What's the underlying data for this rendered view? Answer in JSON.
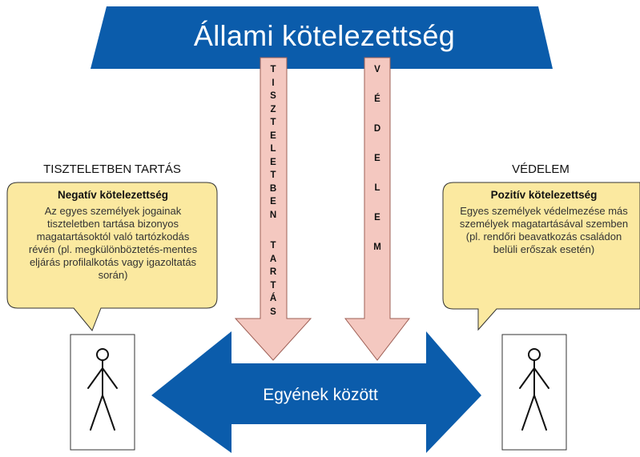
{
  "banner": {
    "title": "Állami kötelezettség"
  },
  "center_arrow": {
    "label": "Egyének között"
  },
  "down_arrow_left": {
    "vertical_text": "TISZTELETBEN TARTÁS"
  },
  "down_arrow_right": {
    "vertical_text": "VÉDELEM"
  },
  "left": {
    "heading": "TISZTELETBEN TARTÁS",
    "bubble_title": "Negatív kötelezettség",
    "bubble_body": "Az egyes személyek jogainak tiszteletben tartása bizonyos magatartásoktól való tartózkodás révén (pl. megkülönböztetés-mentes eljárás profilalkotás vagy igazoltatás során)"
  },
  "right": {
    "heading": "VÉDELEM",
    "bubble_title": "Pozitív kötelezettség",
    "bubble_body": "Egyes személyek védelmezése más személyek magatartásával szemben (pl. rendőri beavatkozás családon belüli erőszak esetén)"
  },
  "colors": {
    "banner_blue": "#0b5cab",
    "arrow_pink": "#f4c8c0",
    "arrow_outline": "#9e5f55",
    "bubble_fill": "#fbe9a0",
    "bubble_border": "#333333"
  },
  "icons": [
    "person-figure-icon",
    "person-figure-icon"
  ]
}
